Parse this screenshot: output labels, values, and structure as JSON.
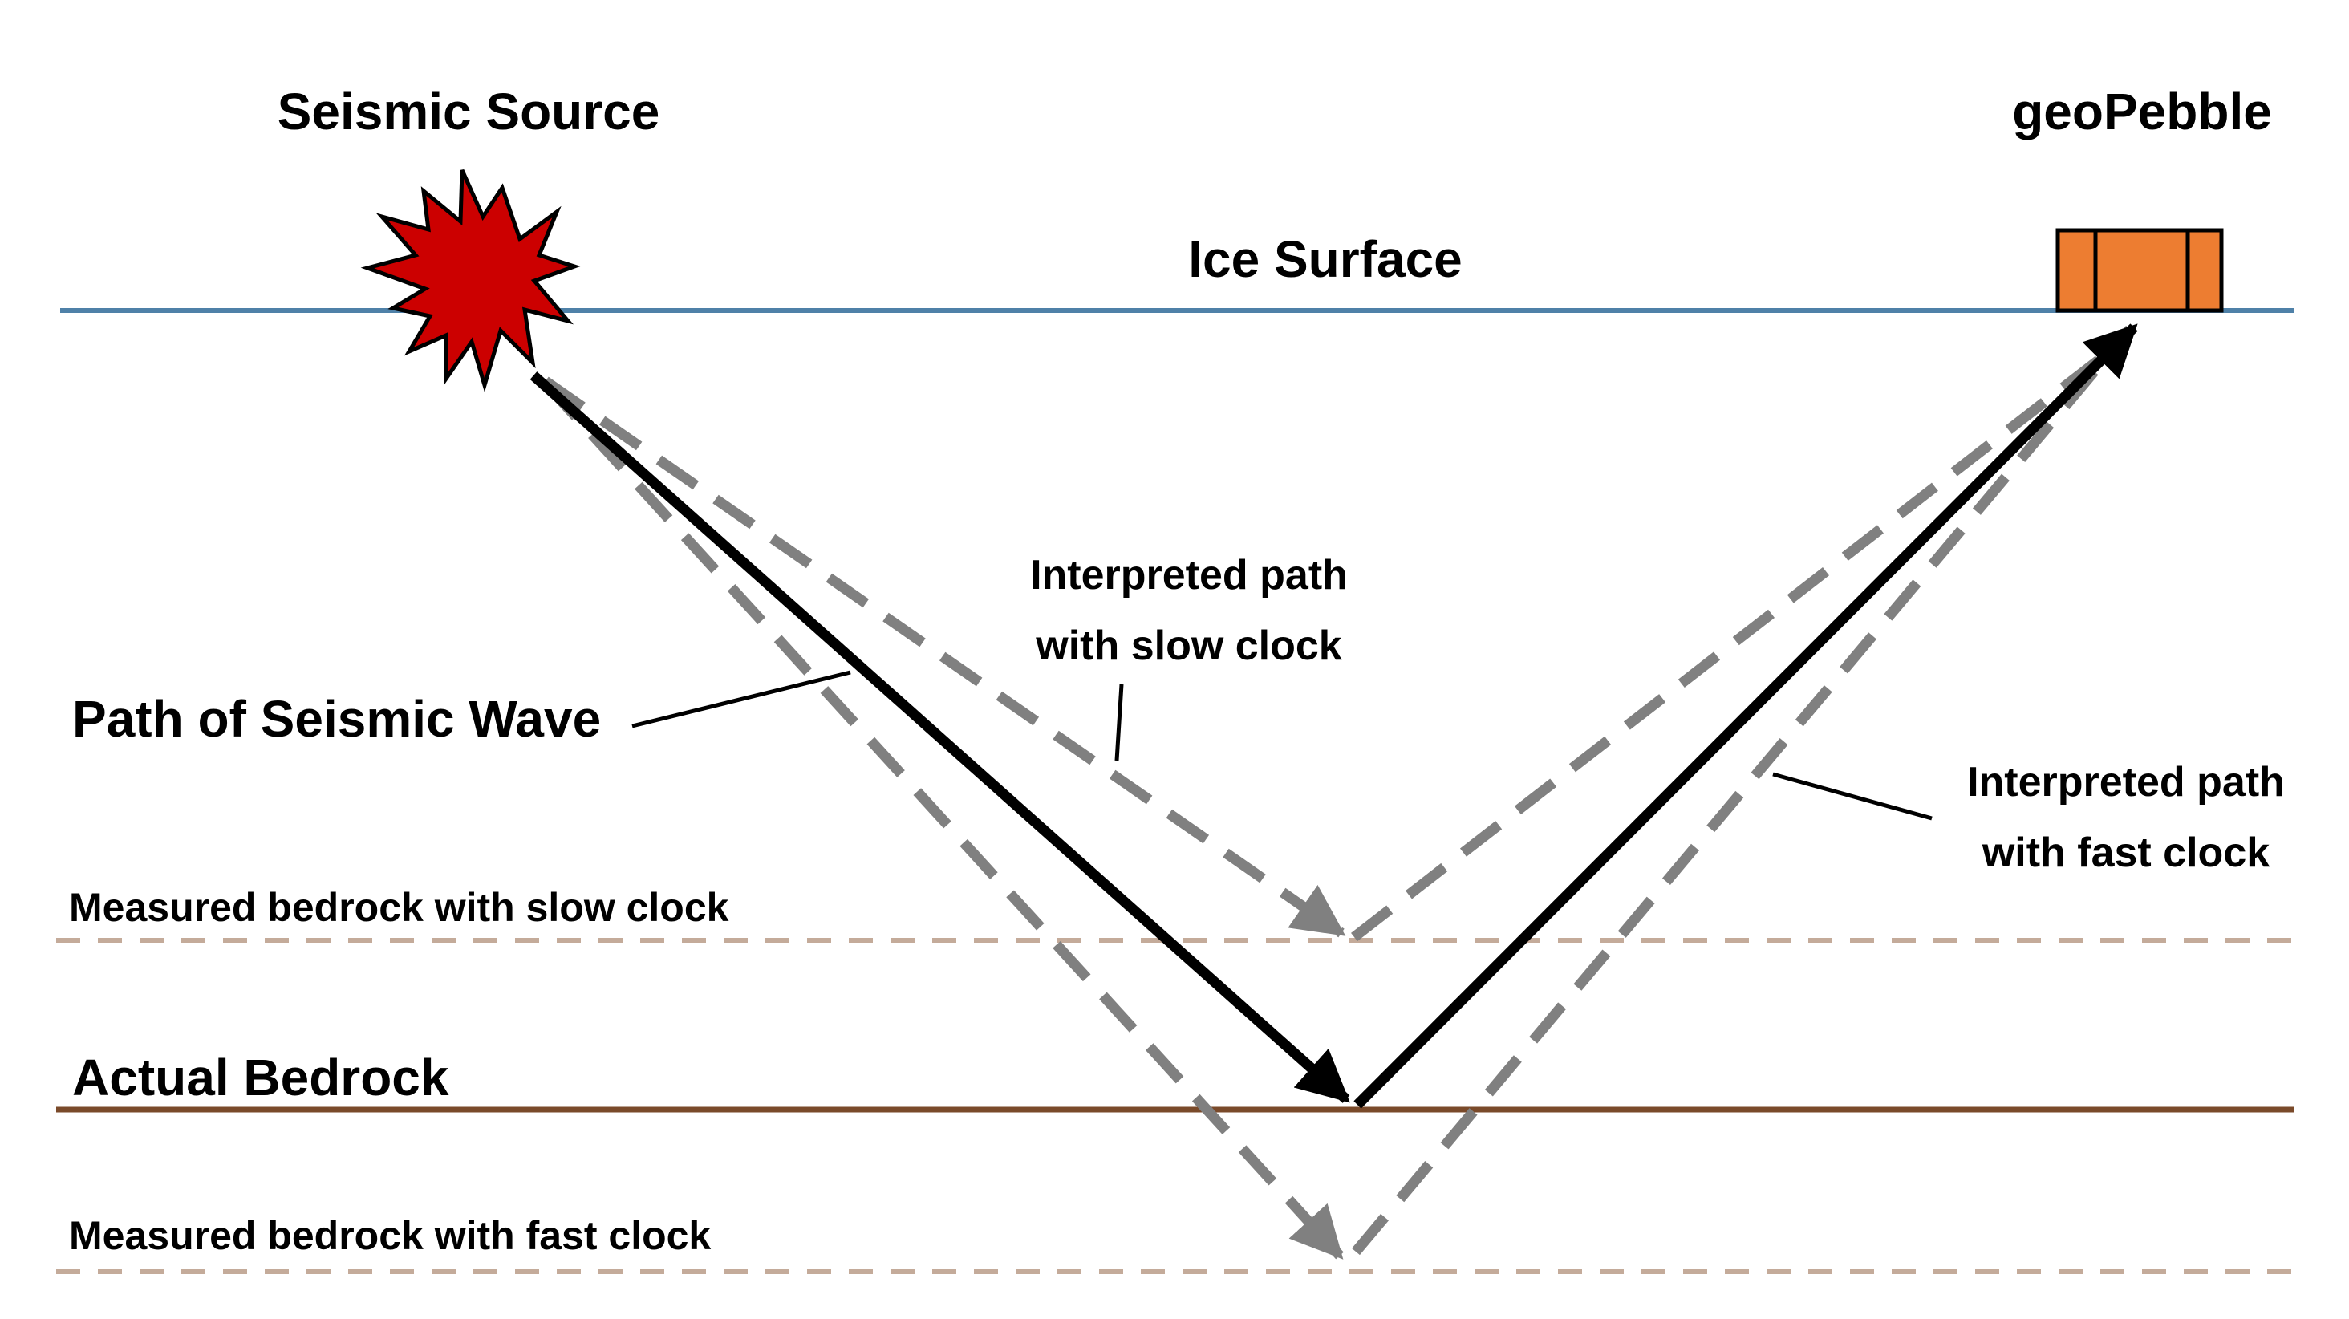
{
  "labels": {
    "seismic_source": "Seismic Source",
    "geopebble": "geoPebble",
    "ice_surface": "Ice Surface",
    "path_of_wave": "Path of Seismic Wave",
    "interpreted_slow_line1": "Interpreted path",
    "interpreted_slow_line2": "with slow clock",
    "interpreted_fast_line1": "Interpreted path",
    "interpreted_fast_line2": "with fast clock",
    "measured_slow": "Measured bedrock with slow clock",
    "actual_bedrock": "Actual Bedrock",
    "measured_fast": "Measured bedrock with fast clock"
  },
  "colors": {
    "ice_surface": "#4f81a8",
    "actual_bedrock": "#7a4a2a",
    "measured_bedrock": "#c4ab9a",
    "interpreted_path": "#808080",
    "wave_path": "#000000",
    "source_burst": "#cc0000",
    "geopebble_box": "#ed7d31"
  },
  "icons": {
    "source": "explosion-burst-icon",
    "receiver": "geopebble-sensor-icon"
  }
}
